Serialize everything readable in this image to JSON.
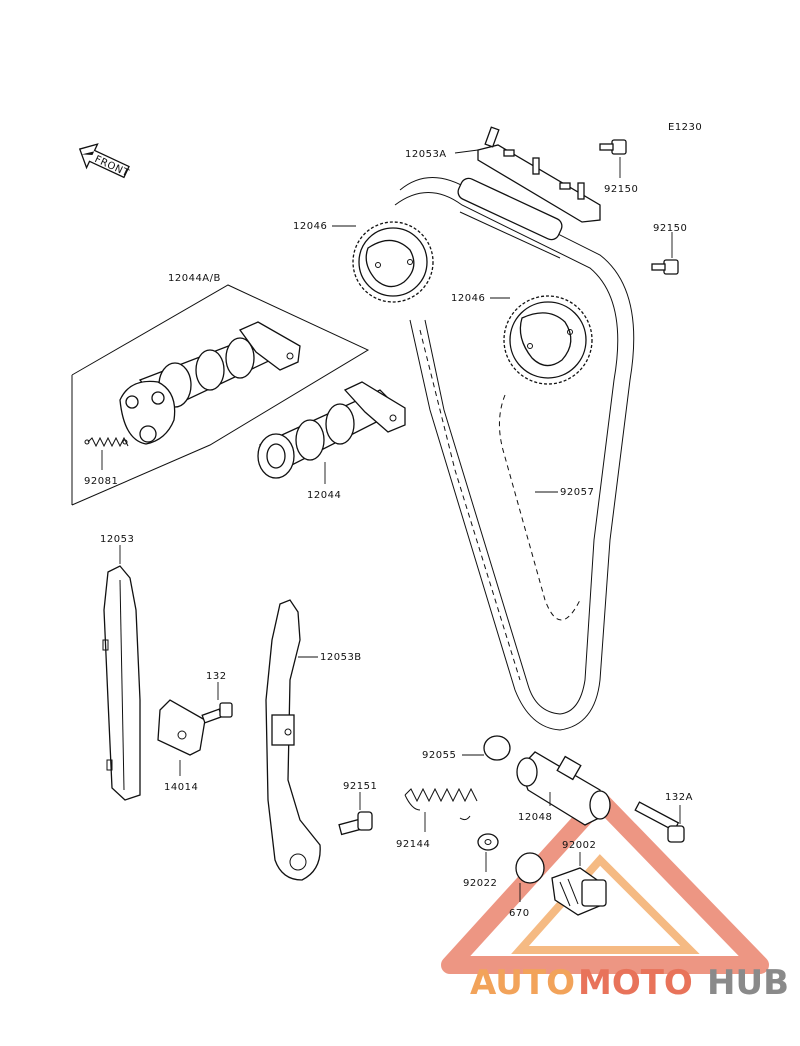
{
  "diagram": {
    "code": "E1230",
    "front_label": "FRONT",
    "labels": {
      "chain_guide_top": "12053A",
      "bolt_top": "92150",
      "bolt_right": "92150",
      "sprocket_left": "12046",
      "sprocket_right": "12046",
      "camshaft_set": "12044A/B",
      "spring_small": "92081",
      "camshaft": "12044",
      "chain": "92057",
      "guide_left": "12053",
      "guide_right": "12053B",
      "bolt_132": "132",
      "plate": "14014",
      "pin": "92151",
      "oring_top": "92055",
      "tensioner": "12048",
      "bolt_132a": "132A",
      "spring": "92144",
      "washer": "92022",
      "oring_bottom": "670",
      "plug": "92002"
    }
  },
  "watermark": {
    "part1": "AUTO",
    "part2": "MOTO",
    "part3": "HUB",
    "color_orange": "#f2a35a",
    "color_red": "#e8735a",
    "color_gray": "#8a8a8a"
  }
}
